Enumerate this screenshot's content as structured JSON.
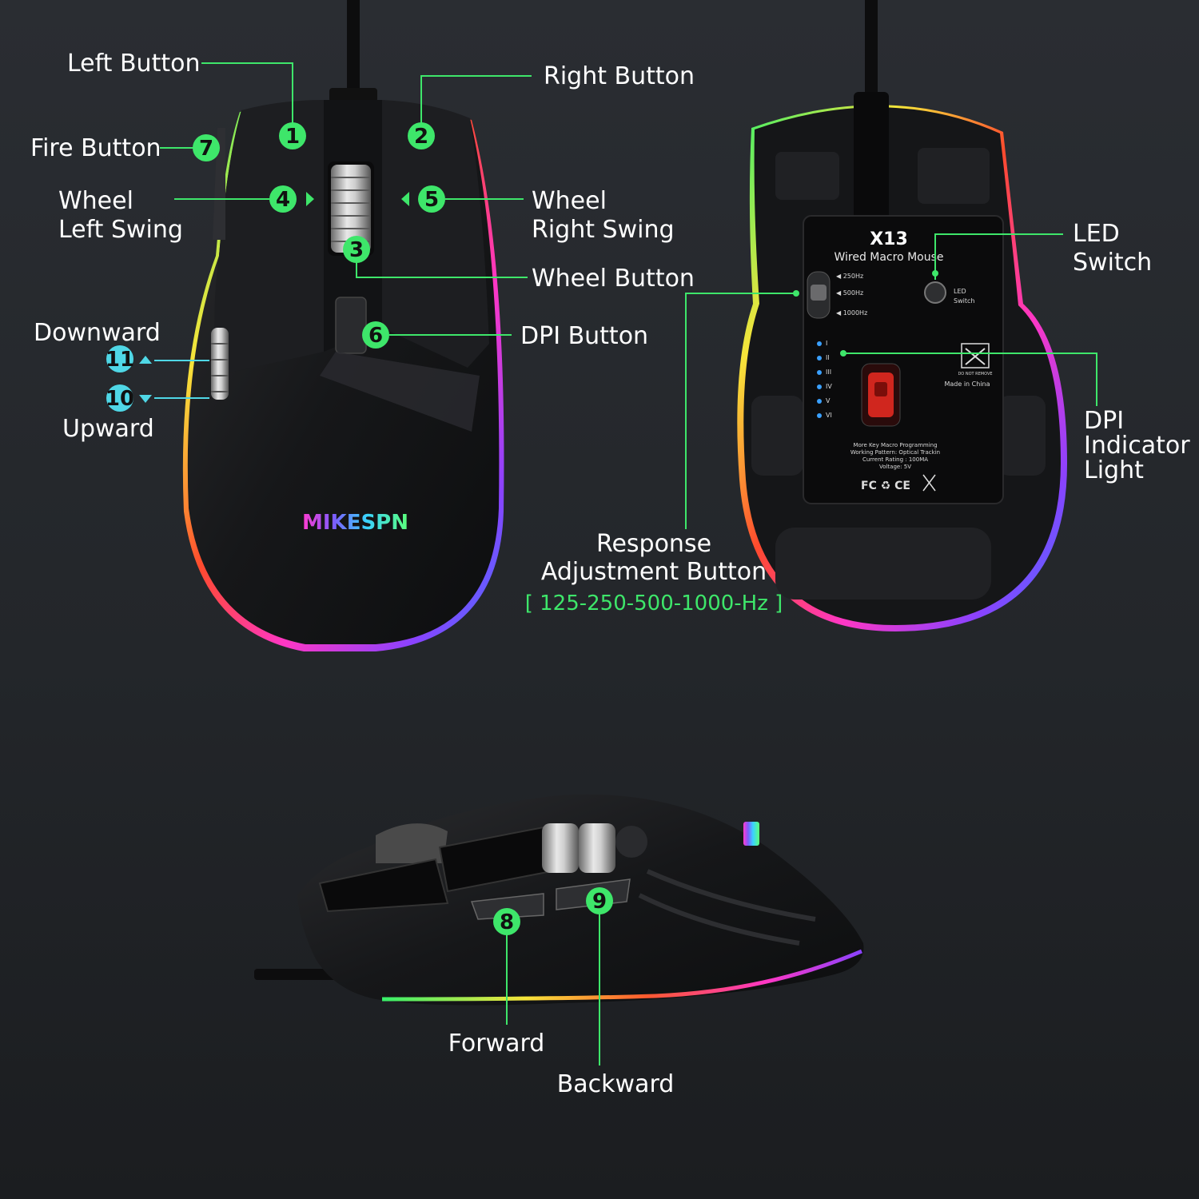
{
  "labels": {
    "left_button": "Left Button",
    "right_button": "Right Button",
    "fire_button": "Fire Button",
    "wheel_left_1": "Wheel",
    "wheel_left_2": "Left Swing",
    "wheel_right_1": "Wheel",
    "wheel_right_2": "Right Swing",
    "wheel_button": "Wheel Button",
    "dpi_button": "DPI Button",
    "downward": "Downward",
    "upward": "Upward",
    "led_switch_1": "LED",
    "led_switch_2": "Switch",
    "dpi_light_1": "DPI",
    "dpi_light_2": "Indicator",
    "dpi_light_3": "Light",
    "response_1": "Response",
    "response_2": "Adjustment Button",
    "response_range": "[ 125-250-500-1000-Hz ]",
    "forward": "Forward",
    "backward": "Backward"
  },
  "badges": {
    "b1": "1",
    "b2": "2",
    "b3": "3",
    "b4": "4",
    "b5": "5",
    "b6": "6",
    "b7": "7",
    "b8": "8",
    "b9": "9",
    "b10": "10",
    "b11": "11"
  },
  "mouse_top": {
    "brand": "MIKESPN"
  },
  "mouse_bottom": {
    "model": "X13",
    "subtitle": "Wired Macro Mouse",
    "rate_250": "◀ 250Hz",
    "rate_500": "◀ 500Hz",
    "rate_1000": "◀ 1000Hz",
    "led_label_1": "LED",
    "led_label_2": "Switch",
    "dpi_levels": [
      "I",
      "II",
      "III",
      "IV",
      "V",
      "VI"
    ],
    "do_not_remove": "DO NOT REMOVE",
    "made_in": "Made in China",
    "spec_1": "More Key Macro Programming",
    "spec_2": "Working Pattern: Optical Trackin",
    "spec_3": "Current Rating : 100MA",
    "spec_4": "Voltage: 5V",
    "certs": "FC ♻ CE"
  },
  "colors": {
    "accent_green": "#3ee66a",
    "badge_cyan": "#4fd7e6",
    "background": "#1f2125",
    "mouse_body": "#18191b"
  }
}
